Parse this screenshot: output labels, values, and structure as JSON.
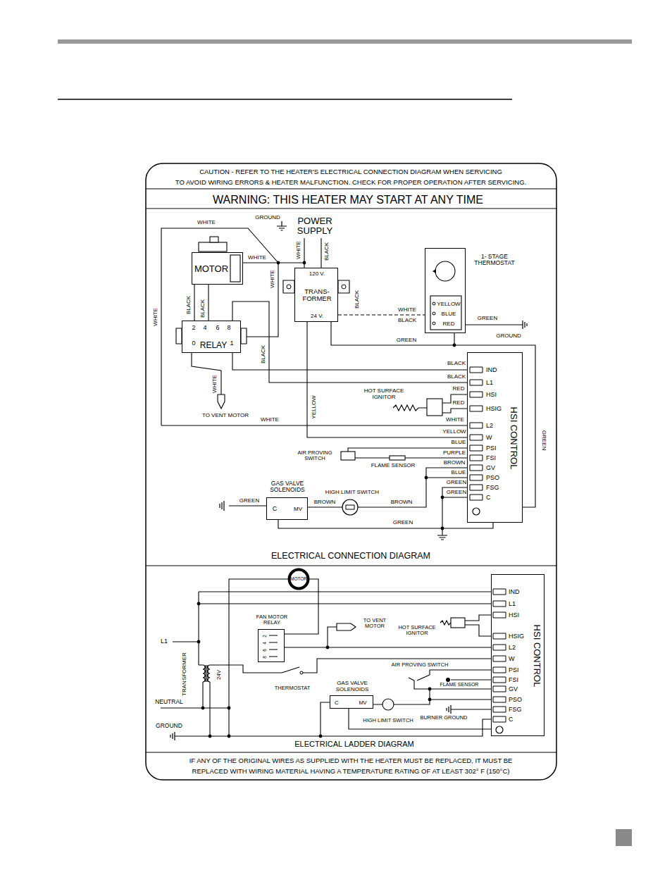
{
  "diagram": {
    "nodes": [
      {
        "text": [
          "MOTOR"
        ]
      },
      {
        "text": [
          "120 V.",
          "TRANS- FORMER",
          "24 V."
        ]
      },
      {
        "text": [
          "1- STAGE THERMOSTAT",
          "YELLOW",
          "BLUE",
          "RED"
        ]
      },
      {
        "text": [
          "2",
          "4",
          "6",
          "8",
          "0",
          "RELAY",
          "1"
        ]
      },
      {
        "text": [
          "IND",
          "L1",
          "HSI",
          "HSIG",
          "L2",
          "W",
          "PSI",
          "FSI",
          "GV",
          "PSO",
          "FSG",
          "C",
          "HSI CONTROL"
        ]
      },
      {
        "text": [
          "GAS VALVE SOLENOIDS",
          "C",
          "MV"
        ]
      },
      {
        "text": [
          "MOTOR"
        ]
      },
      {
        "text": [
          "FAN MOTOR RELAY",
          "2",
          "4",
          "6",
          "8"
        ]
      },
      {
        "text": [
          "IND",
          "L1",
          "HSI",
          "HSIG",
          "L2",
          "W",
          "PSI",
          "FSI",
          "GV",
          "PSO",
          "FSG",
          "C",
          "HSI CONTROL"
        ]
      },
      {
        "text": [
          "GAS VALVE SOLENOIDS",
          "C",
          "MV"
        ]
      }
    ],
    "edges": [
      {
        "from": 0,
        "to": 3,
        "arrow": "none"
      },
      {
        "from": 1,
        "to": 2,
        "arrow": "none"
      },
      {
        "from": 2,
        "to": 4,
        "arrow": "none"
      },
      {
        "from": 3,
        "to": 4,
        "arrow": "none"
      },
      {
        "from": 1,
        "to": 4,
        "arrow": "none"
      },
      {
        "from": 5,
        "to": 4,
        "arrow": "none"
      },
      {
        "from": 6,
        "to": 7,
        "arrow": "none"
      },
      {
        "from": 7,
        "to": 8,
        "arrow": "none"
      },
      {
        "from": 9,
        "to": 8,
        "arrow": "none"
      }
    ],
    "labels": [
      "CAUTION - REFER TO THE HEATER'S ELECTRICAL CONNECTION DIAGRAM WHEN SERVICING",
      "TO AVOID WIRING ERRORS & HEATER MALFUNCTION. CHECK FOR PROPER OPERATION AFTER SERVICING.",
      "WARNING: THIS HEATER MAY START AT ANY TIME",
      "GROUND",
      "POWER SUPPLY",
      "WHITE",
      "WHITE",
      "WHITE",
      "WHITE",
      "BLACK",
      "BLACK",
      "WHITE",
      "BLACK",
      "BLACK",
      "BLACK",
      "WHITE",
      "BLACK",
      "GREEN",
      "GROUND",
      "GREEN",
      "BLACK",
      "BLACK",
      "WHITE",
      "TO VENT MOTOR",
      "HOT SURFACE IGNITOR",
      "RED",
      "RED",
      "YELLOW",
      "WHITE",
      "WHITE",
      "YELLOW",
      "BLUE",
      "AIR PROVING SWITCH",
      "PURPLE",
      "FLAME SENSOR",
      "BROWN",
      "BLUE",
      "GREEN",
      "GREEN",
      "HIGH LIMIT SWITCH",
      "BROWN",
      "BROWN",
      "GREEN",
      "GREEN",
      "GREEN",
      "ELECTRICAL CONNECTION DIAGRAM",
      "L1",
      "TRANSFORMER",
      "24V",
      "NEUTRAL",
      "GROUND",
      "TO VENT MOTOR",
      "HOT SURFACE IGNITOR",
      "THERMOSTAT",
      "AIR PROVING SWITCH",
      "FLAME SENSOR",
      "HIGH LIMIT SWITCH",
      "BURNER GROUND",
      "ELECTRICAL LADDER DIAGRAM",
      "IF ANY OF THE ORIGINAL WIRES AS SUPPLIED WITH THE HEATER MUST BE REPLACED, IT MUST BE",
      "REPLACED WITH WIRING MATERIAL HAVING A TEMPERATURE RATING OF AT LEAST 302° F (150°C)"
    ]
  }
}
